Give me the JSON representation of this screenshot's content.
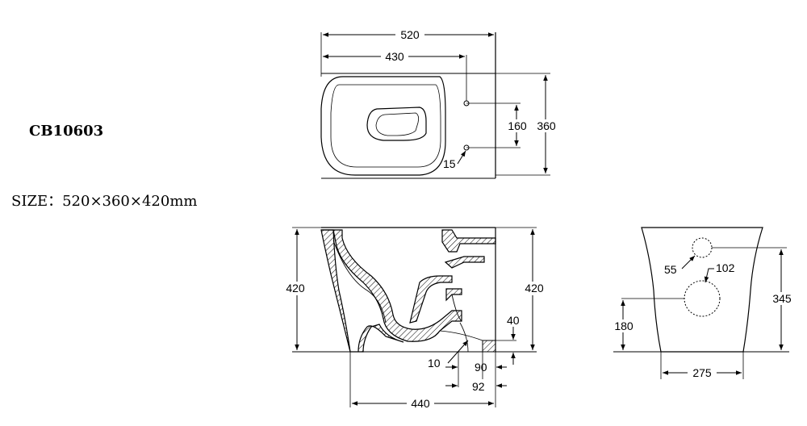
{
  "model_code": "CB10603",
  "size_text": "SIZE：520×360×420mm",
  "top_view": {
    "overall_length": "520",
    "inner_length": "430",
    "bolt_spacing": "160",
    "overall_width": "360",
    "bolt_hole": "15"
  },
  "side_view": {
    "height_left": "420",
    "height_right": "420",
    "outlet_height": "40",
    "outlet_setback": "90",
    "outlet_offset": "92",
    "base_radius": "10",
    "base_length": "440"
  },
  "rear_view": {
    "water_inlet": "55",
    "outlet_diameter": "102",
    "inlet_height": "345",
    "outlet_center_height": "180",
    "base_width": "275"
  }
}
